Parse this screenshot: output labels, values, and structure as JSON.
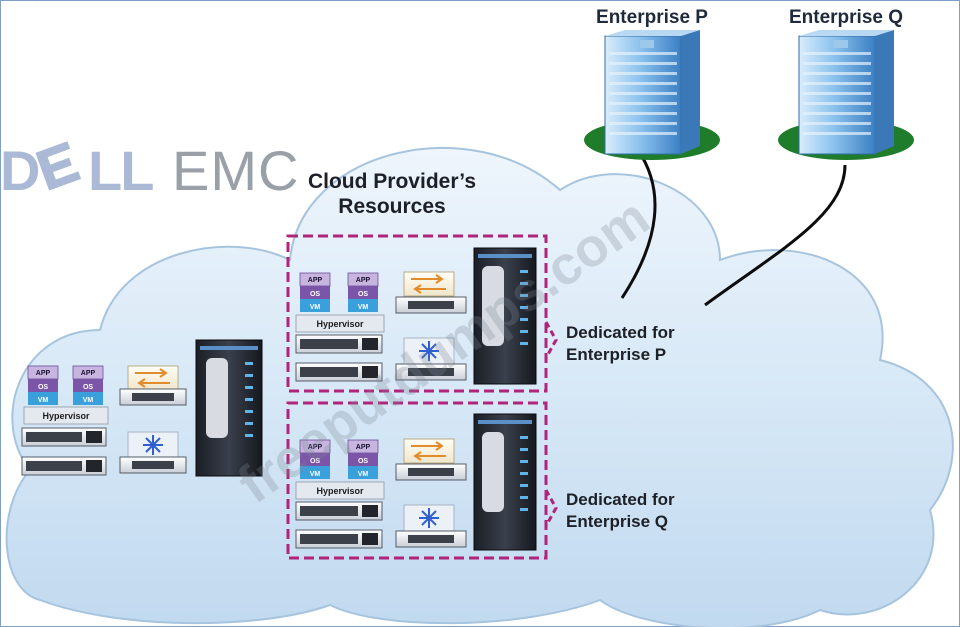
{
  "logo": {
    "dell": "DƐLL",
    "emc": "EMC"
  },
  "enterprises": [
    {
      "label": "Enterprise P"
    },
    {
      "label": "Enterprise Q"
    }
  ],
  "cloud": {
    "title_line1": "Cloud Provider’s",
    "title_line2": "Resources"
  },
  "dedicated": [
    {
      "line1": "Dedicated for",
      "line2": "Enterprise P"
    },
    {
      "line1": "Dedicated for",
      "line2": "Enterprise Q"
    }
  ],
  "vm": {
    "app": "APP",
    "os": "OS",
    "vm": "VM"
  },
  "hypervisor_label": "Hypervisor",
  "watermark": "freeputdumps.com",
  "colors": {
    "cloud_fill": "#d6e8f7",
    "cloud_stroke": "#a7c4df",
    "dedicated_border": "#b2237a",
    "building": "#5f9fd6",
    "vm_purple": "#7b56a8",
    "vm_blue": "#3aa0dc"
  },
  "icons": [
    "building-icon",
    "server-rack-icon",
    "switch-icon",
    "storage-switch-icon",
    "compute-server-icon"
  ]
}
